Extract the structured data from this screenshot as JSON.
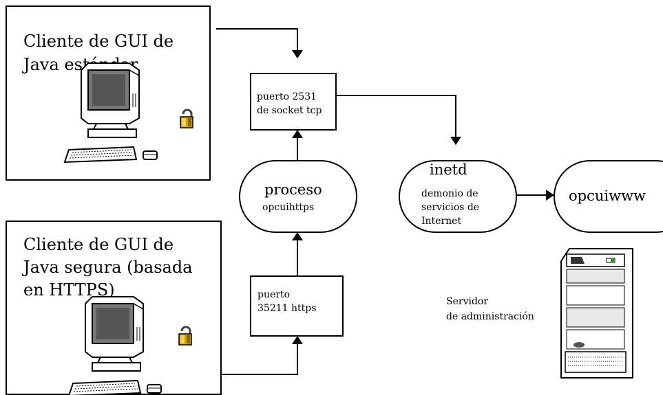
{
  "client_standard": {
    "label_line1": "Cliente de GUI de",
    "label_line2": "Java estándar"
  },
  "client_secure": {
    "label_line1": "Cliente de GUI de",
    "label_line2": "Java segura (basada",
    "label_line3": "en HTTPS)"
  },
  "port_tcp": {
    "line1": "puerto 2531",
    "line2": "de socket tcp"
  },
  "port_https": {
    "line1": "puerto",
    "line2": "35211 https"
  },
  "process": {
    "title": "proceso",
    "subtitle": "opcuihttps"
  },
  "inetd": {
    "title": "inetd",
    "desc_line1": "demonio de",
    "desc_line2": "servicios de",
    "desc_line3": "Internet"
  },
  "opcuiwww": {
    "title": "opcuiwww"
  },
  "server": {
    "line1": "Servidor",
    "line2": "de administración"
  },
  "icons": [
    "computer-icon",
    "lock-icon",
    "server-icon",
    "arrow-icon"
  ]
}
